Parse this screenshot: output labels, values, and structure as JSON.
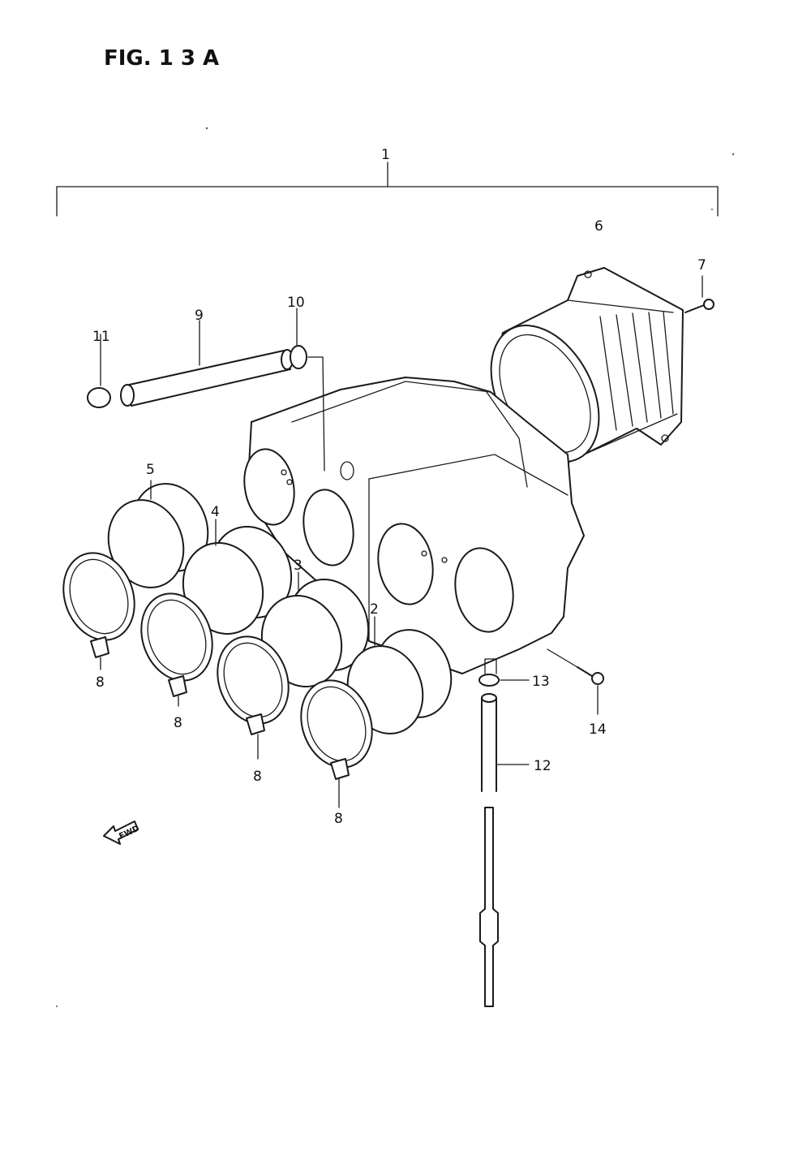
{
  "figure": {
    "title": "FIG. 1 3 A",
    "fwd_label": "FWD"
  },
  "callouts": [
    {
      "id": "c1",
      "text": "1"
    },
    {
      "id": "c2",
      "text": "2"
    },
    {
      "id": "c3",
      "text": "3"
    },
    {
      "id": "c4",
      "text": "4"
    },
    {
      "id": "c5",
      "text": "5"
    },
    {
      "id": "c6",
      "text": "6"
    },
    {
      "id": "c7",
      "text": "7"
    },
    {
      "id": "c8a",
      "text": "8"
    },
    {
      "id": "c8b",
      "text": "8"
    },
    {
      "id": "c8c",
      "text": "8"
    },
    {
      "id": "c8d",
      "text": "8"
    },
    {
      "id": "c9",
      "text": "9"
    },
    {
      "id": "c10",
      "text": "10"
    },
    {
      "id": "c11",
      "text": "11"
    },
    {
      "id": "c12",
      "text": "12"
    },
    {
      "id": "c13",
      "text": "13"
    },
    {
      "id": "c14",
      "text": "14"
    }
  ]
}
